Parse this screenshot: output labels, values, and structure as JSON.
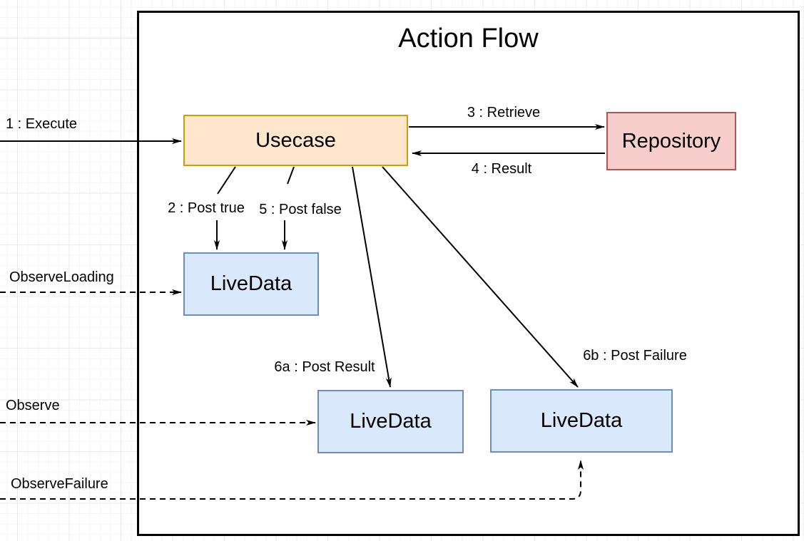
{
  "diagram": {
    "title": "Action Flow",
    "nodes": [
      {
        "id": "usecase",
        "label": "Usecase",
        "fill": "#FFE6CC",
        "border": "#D79B00"
      },
      {
        "id": "repository",
        "label": "Repository",
        "fill": "#F8CECC",
        "border": "#B85450"
      },
      {
        "id": "livedata-loading",
        "label": "LiveData",
        "fill": "#DAE8FC",
        "border": "#6C8EBF"
      },
      {
        "id": "livedata-result",
        "label": "LiveData",
        "fill": "#DAE8FC",
        "border": "#6C8EBF"
      },
      {
        "id": "livedata-failure",
        "label": "LiveData",
        "fill": "#DAE8FC",
        "border": "#6C8EBF"
      }
    ],
    "edges": [
      {
        "id": "execute",
        "label": "1 : Execute",
        "style": "solid",
        "from": "caller",
        "to": "usecase"
      },
      {
        "id": "post-true",
        "label": "2 : Post true",
        "style": "solid",
        "from": "usecase",
        "to": "livedata-loading"
      },
      {
        "id": "retrieve",
        "label": "3 : Retrieve",
        "style": "solid",
        "from": "usecase",
        "to": "repository"
      },
      {
        "id": "result",
        "label": "4 : Result",
        "style": "solid",
        "from": "repository",
        "to": "usecase"
      },
      {
        "id": "post-false",
        "label": "5 : Post false",
        "style": "solid",
        "from": "usecase",
        "to": "livedata-loading"
      },
      {
        "id": "post-result",
        "label": "6a : Post Result",
        "style": "solid",
        "from": "usecase",
        "to": "livedata-result"
      },
      {
        "id": "post-failure",
        "label": "6b : Post Failure",
        "style": "solid",
        "from": "usecase",
        "to": "livedata-failure"
      },
      {
        "id": "observe-loading",
        "label": "ObserveLoading",
        "style": "dashed",
        "from": "observer",
        "to": "livedata-loading"
      },
      {
        "id": "observe",
        "label": "Observe",
        "style": "dashed",
        "from": "observer",
        "to": "livedata-result"
      },
      {
        "id": "observe-failure",
        "label": "ObserveFailure",
        "style": "dashed",
        "from": "observer",
        "to": "livedata-failure"
      }
    ],
    "colors": {
      "line": "#000000",
      "frame_border": "#000000",
      "background": "#FFFFFF"
    }
  }
}
